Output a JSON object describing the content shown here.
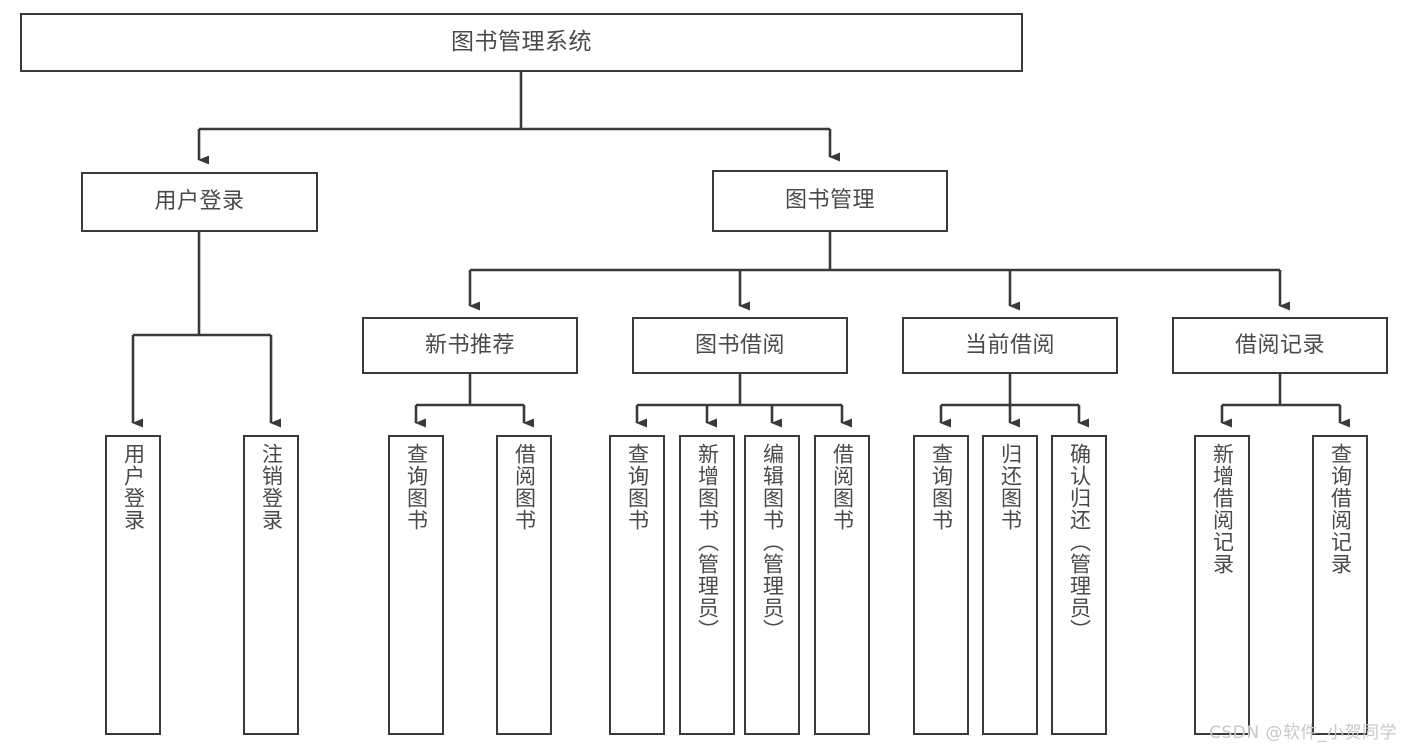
{
  "diagram": {
    "title": "图书管理系统",
    "type": "hierarchy-tree",
    "watermark": "CSDN @软件_小贺同学",
    "colors": {
      "background": "#ffffff",
      "box_border": "#3a3a3a",
      "box_fill": "#ffffff",
      "text": "#4a4a4a",
      "connector": "#3a3a3a",
      "watermark": "#c8c8c8"
    },
    "levels": {
      "level1": [
        "图书管理系统"
      ],
      "level2": [
        "用户登录",
        "图书管理"
      ],
      "level3": [
        "新书推荐",
        "图书借阅",
        "当前借阅",
        "借阅记录"
      ],
      "level4": [
        "用户登录",
        "注销登录",
        "查询图书",
        "借阅图书",
        "查询图书",
        "新增图书（管理员）",
        "编辑图书（管理员）",
        "借阅图书",
        "查询图书",
        "归还图书",
        "确认归还（管理员）",
        "新增借阅记录",
        "查询借阅记录"
      ]
    }
  },
  "nodes": {
    "root": {
      "label": "图书管理系统"
    },
    "user_login": {
      "label": "用户登录"
    },
    "book_manage": {
      "label": "图书管理"
    },
    "new_book_rec": {
      "label": "新书推荐"
    },
    "book_borrow": {
      "label": "图书借阅"
    },
    "current_borrow": {
      "label": "当前借阅"
    },
    "borrow_record": {
      "label": "借阅记录"
    },
    "leaf_user_login": {
      "label": "用户登录"
    },
    "leaf_logout": {
      "label": "注销登录"
    },
    "leaf_query_book_a": {
      "label": "查询图书"
    },
    "leaf_borrow_book_a": {
      "label": "借阅图书"
    },
    "leaf_query_book_b": {
      "label": "查询图书"
    },
    "leaf_add_book": {
      "label": "新增图书（管理员）"
    },
    "leaf_edit_book": {
      "label": "编辑图书（管理员）"
    },
    "leaf_borrow_book_b": {
      "label": "借阅图书"
    },
    "leaf_query_book_c": {
      "label": "查询图书"
    },
    "leaf_return_book": {
      "label": "归还图书"
    },
    "leaf_confirm_return": {
      "label": "确认归还（管理员）"
    },
    "leaf_add_record": {
      "label": "新增借阅记录"
    },
    "leaf_query_record": {
      "label": "查询借阅记录"
    }
  }
}
